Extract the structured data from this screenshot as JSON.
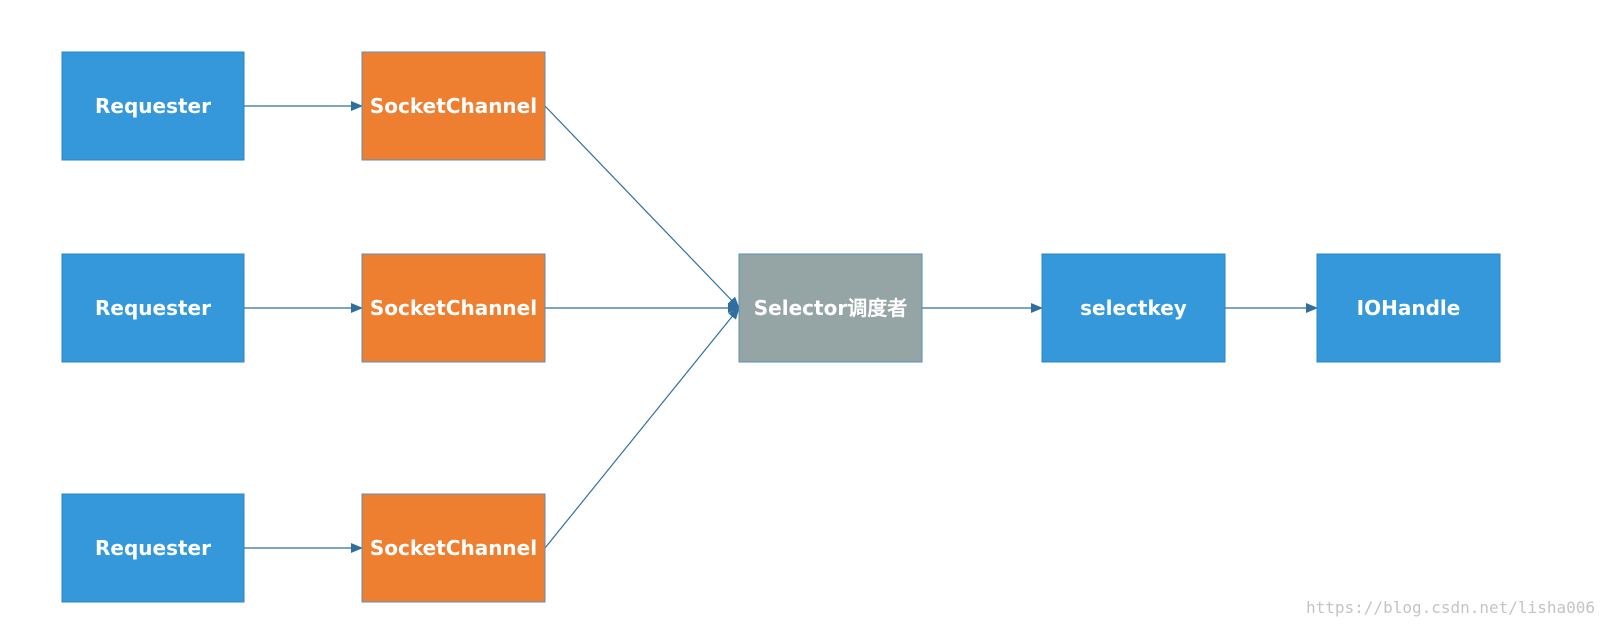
{
  "colors": {
    "requester": "#3498db",
    "socket_channel": "#ee7f31",
    "selector": "#95a5a6",
    "text": "#ffffff",
    "edge": "#2f6f9f",
    "watermark": "#c4c4c4"
  },
  "diagram": {
    "nodes": [
      {
        "id": "requester-1",
        "label": "Requester",
        "kind": "requester"
      },
      {
        "id": "socketchannel-1",
        "label": "SocketChannel",
        "kind": "socket_channel"
      },
      {
        "id": "requester-2",
        "label": "Requester",
        "kind": "requester"
      },
      {
        "id": "socketchannel-2",
        "label": "SocketChannel",
        "kind": "socket_channel"
      },
      {
        "id": "requester-3",
        "label": "Requester",
        "kind": "requester"
      },
      {
        "id": "socketchannel-3",
        "label": "SocketChannel",
        "kind": "socket_channel"
      },
      {
        "id": "selector",
        "label": "Selector调度者",
        "kind": "selector"
      },
      {
        "id": "selectkey",
        "label": "selectkey",
        "kind": "requester"
      },
      {
        "id": "iohandle",
        "label": "IOHandle",
        "kind": "requester"
      }
    ],
    "edges": [
      {
        "from": "requester-1",
        "to": "socketchannel-1"
      },
      {
        "from": "requester-2",
        "to": "socketchannel-2"
      },
      {
        "from": "requester-3",
        "to": "socketchannel-3"
      },
      {
        "from": "socketchannel-1",
        "to": "selector"
      },
      {
        "from": "socketchannel-2",
        "to": "selector"
      },
      {
        "from": "socketchannel-3",
        "to": "selector"
      },
      {
        "from": "selector",
        "to": "selectkey"
      },
      {
        "from": "selectkey",
        "to": "iohandle"
      }
    ]
  },
  "watermark": "https://blog.csdn.net/lisha006"
}
